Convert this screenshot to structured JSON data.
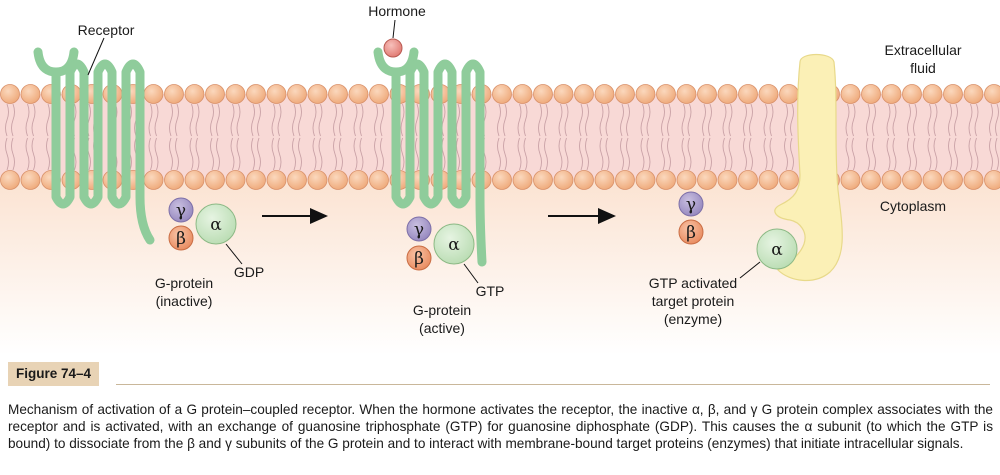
{
  "labels": {
    "receptor": "Receptor",
    "hormone": "Hormone",
    "extracellular_1": "Extracellular",
    "extracellular_2": "fluid",
    "cytoplasm": "Cytoplasm",
    "gdp": "GDP",
    "gtp": "GTP",
    "gprotein_inactive_1": "G-protein",
    "gprotein_inactive_2": "(inactive)",
    "gprotein_active_1": "G-protein",
    "gprotein_active_2": "(active)",
    "target_1": "GTP activated",
    "target_2": "target protein",
    "target_3": "(enzyme)"
  },
  "subunits": {
    "alpha": "α",
    "beta": "β",
    "gamma": "γ"
  },
  "caption": {
    "figure_label": "Figure 74–4",
    "text": "Mechanism of activation of a G protein–coupled receptor. When the hormone activates the receptor, the inactive α, β, and γ G protein complex associates with the receptor and is activated, with an exchange of guanosine triphosphate (GTP) for guanosine diphosphate (GDP). This causes the α subunit (to which the GTP is bound) to dissociate from the β and γ subunits of the G protein and to interact with membrane-bound target proteins (enzymes) that initiate intracellular signals."
  },
  "colors": {
    "receptor": "#8fcc9b",
    "receptor_stroke": "#5aa46b",
    "lipid_head": "#f2b890",
    "lipid_head_stroke": "#d9916a",
    "membrane_band": "#f7d6d4",
    "cytoplasm_bg": "#fbe3d2",
    "alpha": "#cde8c8",
    "beta": "#f0a07a",
    "gamma": "#a99bc8",
    "hormone": "#e8908a",
    "enzyme": "#fbf0b6",
    "caption_label_bg": "#e8d3b5"
  }
}
